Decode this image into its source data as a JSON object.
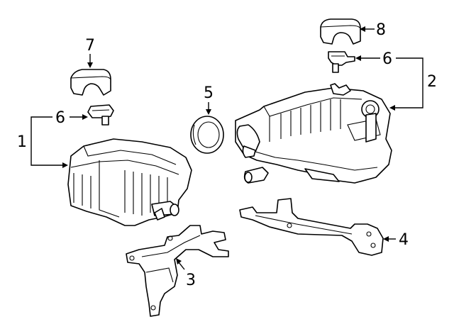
{
  "callouts": [
    {
      "id": "c1",
      "label": "1"
    },
    {
      "id": "c2",
      "label": "2"
    },
    {
      "id": "c3",
      "label": "3"
    },
    {
      "id": "c4",
      "label": "4"
    },
    {
      "id": "c5",
      "label": "5"
    },
    {
      "id": "c6a",
      "label": "6"
    },
    {
      "id": "c6b",
      "label": "6"
    },
    {
      "id": "c7",
      "label": "7"
    },
    {
      "id": "c8",
      "label": "8"
    }
  ]
}
